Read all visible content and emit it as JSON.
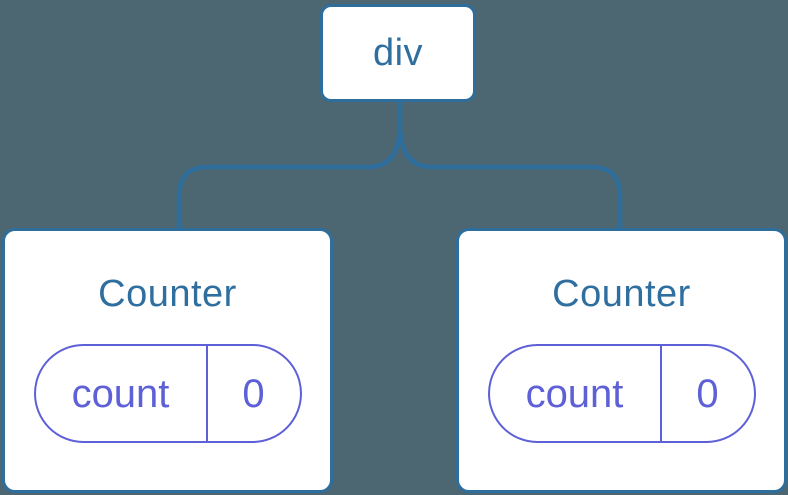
{
  "diagram": {
    "root_node": {
      "label": "div"
    },
    "children": [
      {
        "title": "Counter",
        "state": {
          "label": "count",
          "value": "0"
        }
      },
      {
        "title": "Counter",
        "state": {
          "label": "count",
          "value": "0"
        }
      }
    ]
  },
  "colors": {
    "background": "#4C6672",
    "node_blue": "#2E6E9D",
    "text_blue": "#2F6F9F",
    "state_purple": "#5E60D8",
    "card_background": "#FFFFFF"
  }
}
